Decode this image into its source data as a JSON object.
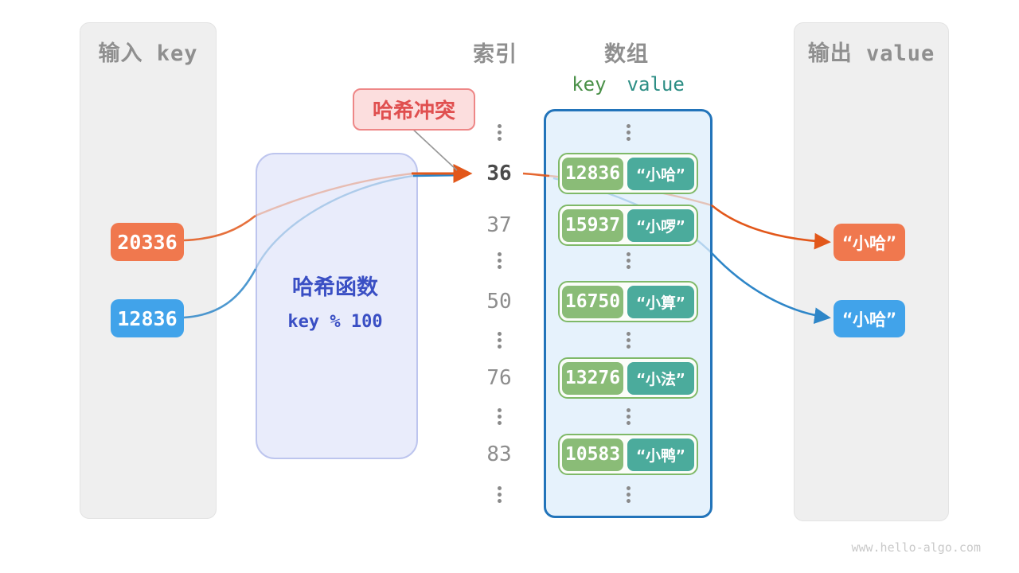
{
  "colors": {
    "chip_orange": "#f0784e",
    "chip_blue": "#41a3ea",
    "arrow_orange": "#e2571a",
    "arrow_blue": "#2e86c8",
    "key_green": "#8abc77",
    "value_teal": "#4bab9c",
    "pair_border_green": "#7fb968",
    "collision_red": "#e04f4f",
    "hash_blue": "#3a4fc4",
    "array_border_blue": "#2274ba",
    "panel_gray": "#efefef",
    "header_gray": "#8f8f8f"
  },
  "input_panel": {
    "title": "输入 key",
    "items": [
      {
        "label": "20336",
        "color": "orange"
      },
      {
        "label": "12836",
        "color": "blue"
      }
    ]
  },
  "hash_function": {
    "title": "哈希函数",
    "formula": "key % 100"
  },
  "collision_label": "哈希冲突",
  "index_column": {
    "title": "索引",
    "cells": [
      {
        "type": "dots"
      },
      {
        "type": "index",
        "label": "36",
        "emphasis": true
      },
      {
        "type": "index",
        "label": "37"
      },
      {
        "type": "dots"
      },
      {
        "type": "index",
        "label": "50"
      },
      {
        "type": "dots"
      },
      {
        "type": "index",
        "label": "76"
      },
      {
        "type": "dots"
      },
      {
        "type": "index",
        "label": "83"
      },
      {
        "type": "dots"
      }
    ]
  },
  "array_panel": {
    "title": "数组",
    "key_header": "key",
    "value_header": "value",
    "cells": [
      {
        "type": "dots"
      },
      {
        "type": "pair",
        "key": "12836",
        "value": "“小哈”"
      },
      {
        "type": "pair",
        "key": "15937",
        "value": "“小啰”"
      },
      {
        "type": "dots"
      },
      {
        "type": "pair",
        "key": "16750",
        "value": "“小算”"
      },
      {
        "type": "dots"
      },
      {
        "type": "pair",
        "key": "13276",
        "value": "“小法”"
      },
      {
        "type": "dots"
      },
      {
        "type": "pair",
        "key": "10583",
        "value": "“小鸭”"
      },
      {
        "type": "dots"
      }
    ]
  },
  "output_panel": {
    "title": "输出 value",
    "items": [
      {
        "label": "“小哈”",
        "color": "orange"
      },
      {
        "label": "“小哈”",
        "color": "blue"
      }
    ]
  },
  "watermark": "www.hello-algo.com"
}
